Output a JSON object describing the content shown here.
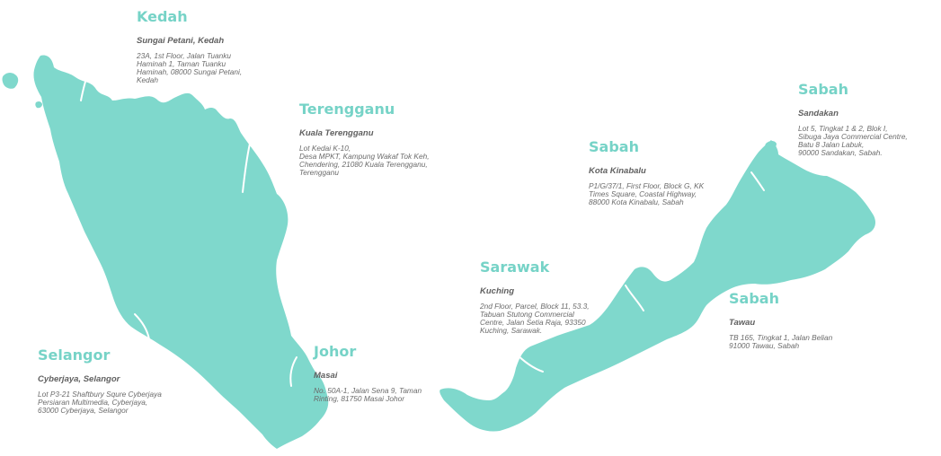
{
  "colors": {
    "land": "#7fd8cc",
    "state_label": "#76d3c7",
    "city": "#606060",
    "address": "#6b6b6b",
    "border": "#ffffff"
  },
  "locations": [
    {
      "state": "Kedah",
      "city": "Sungai Petani, Kedah",
      "address": "23A, 1st Floor, Jalan Tuanku\nHaminah 1, Taman Tuanku\nHaminah, 08000 Sungai Petani,\nKedah"
    },
    {
      "state": "Terengganu",
      "city": "Kuala Terengganu",
      "address": "Lot Kedai K-10,\nDesa MPKT, Kampung Wakaf Tok Keh,\nChendering, 21080 Kuala Terengganu,\nTerengganu"
    },
    {
      "state": "Sabah",
      "city": "Kota Kinabalu",
      "address": "P1/G/37/1, First Floor, Block G, KK\nTimes Square, Coastal Highway,\n88000 Kota Kinabalu, Sabah"
    },
    {
      "state": "Sabah",
      "city": "Sandakan",
      "address": "Lot 5, Tingkat 1 & 2, Blok I,\nSibuga Jaya Commercial Centre,\nBatu 8 Jalan Labuk,\n90000 Sandakan, Sabah."
    },
    {
      "state": "Sarawak",
      "city": "Kuching",
      "address": "2nd Floor, Parcel, Block 11, 53.3,\nTabuan Stutong Commercial\nCentre, Jalan Setia Raja, 93350\nKuching, Sarawak."
    },
    {
      "state": "Sabah",
      "city": "Tawau",
      "address": "TB 165, Tingkat 1, Jalan Belian\n91000 Tawau, Sabah"
    },
    {
      "state": "Selangor",
      "city": "Cyberjaya, Selangor",
      "address": "Lot P3-21 Shaftbury Squre Cyberjaya\nPersiaran Multimedia, Cyberjaya,\n63000 Cyberjaya, Selangor"
    },
    {
      "state": "Johor",
      "city": "Masai",
      "address": "No. 50A-1, Jalan Sena 9, Taman\nRinting, 81750 Masai Johor"
    }
  ]
}
